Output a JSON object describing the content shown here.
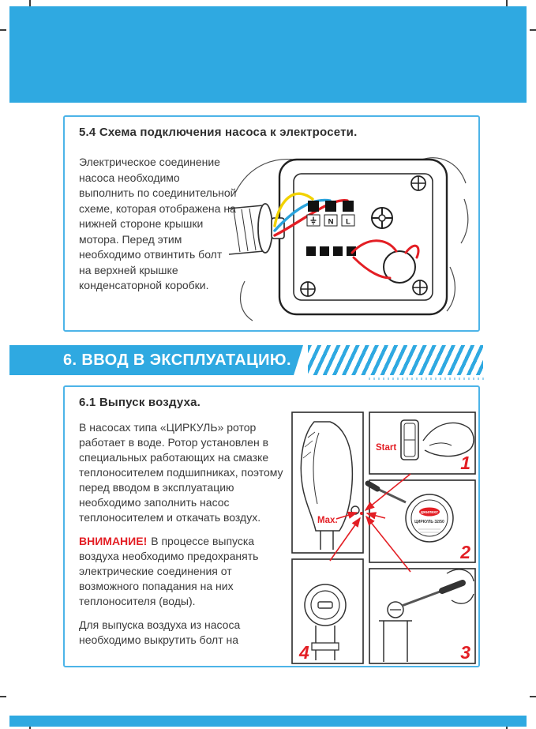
{
  "palette": {
    "accent_blue": "#2fa9e1",
    "accent_red": "#e31e24",
    "box_border_blue": "#4db4e8",
    "ink": "#3a3a3a",
    "wire_yellow": "#f2d200",
    "wire_blue": "#2aa3dc",
    "wire_red": "#e31e24"
  },
  "section54": {
    "title": "5.4 Схема подключения насоса к электросети.",
    "body": "Электрическое соединение насоса необходимо выполнить по соединительной схеме, которая отображена на нижней стороне крышки мотора. Перед этим необходимо отвинтить болт на верхней крышке конденсаторной коробки.",
    "terminals": {
      "n": "N",
      "l": "L"
    }
  },
  "banner6": {
    "title": "6. ВВОД В ЭКСПЛУАТАЦИЮ."
  },
  "section61": {
    "title": "6.1 Выпуск воздуха.",
    "para1": "В насосах типа «ЦИРКУЛЬ» ротор работает в воде. Ротор установлен в специальных работающих на смазке теплоносителем подшипниках, поэтому перед вводом в эксплуатацию необходимо заполнить насос теплоносителем и откачать воздух.",
    "warning_label": "ВНИМАНИЕ!",
    "warning_text": "В процессе выпуска воздуха необходимо предохранять электрические соединения от возможного попадания на них теплоносителя (воды).",
    "para2": "Для выпуска воздуха из насоса необходимо выкрутить болт на",
    "figure": {
      "label_start": "Start",
      "label_max": "Max.",
      "steps": {
        "s1": "1",
        "s2": "2",
        "s3": "3",
        "s4": "4"
      },
      "nameplate_brand": "ДЖИЛЕКС",
      "nameplate_model": "ЦИРКУЛЬ 32/50"
    }
  }
}
